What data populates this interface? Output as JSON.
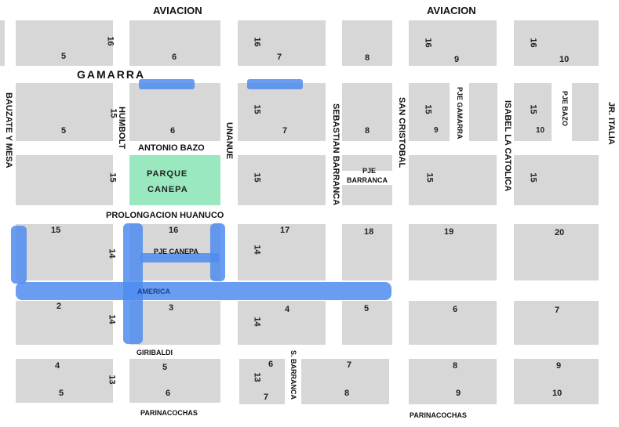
{
  "streets": {
    "aviacion_left": "AVIACION",
    "aviacion_right": "AVIACION",
    "gamarra": "GAMARRA",
    "antonio_bazo": "ANTONIO BAZO",
    "prolongacion_huanuco": "PROLONGACION HUANUCO",
    "pje_canepa": "PJE CANEPA",
    "america": "AMERICA",
    "giribaldi": "GIRIBALDI",
    "parinacochas_left": "PARINACOCHAS",
    "parinacochas_right": "PARINACOCHAS",
    "bauzate_y_mesa": "BAUZATE Y MESA",
    "humbolt": "HUMBOLT",
    "unanue": "UNANUE",
    "sebastian_barranca": "SEBASTIAN BARRANCA",
    "san_cristobal": "SAN CRISTOBAL",
    "pje_gamarra": "PJE GAMARRA",
    "isabel_la_catolica": "ISABEL LA CATOLICA",
    "pje_bazo": "PJE BAZO",
    "jr_italia": "JR. ITALIA",
    "pje_barranca_1": "PJE",
    "pje_barranca_2": "BARRANCA",
    "s_barranca": "S. BARRANCA"
  },
  "park": {
    "line1": "PARQUE",
    "line2": "CANEPA"
  },
  "block_numbers": {
    "r1": [
      "16",
      "5",
      "6",
      "16",
      "7",
      "8",
      "16",
      "9",
      "16",
      "10"
    ],
    "r2": [
      "15",
      "5",
      "6",
      "15",
      "7",
      "8",
      "15",
      "9",
      "15",
      "10"
    ],
    "r3": [
      "15",
      "15",
      "15",
      "15"
    ],
    "r4": [
      "15",
      "14",
      "16",
      "14",
      "17",
      "18",
      "19",
      "20"
    ],
    "r5": [
      "2",
      "14",
      "3",
      "14",
      "4",
      "5",
      "6",
      "7"
    ],
    "r6": [
      "4",
      "13",
      "5",
      "5",
      "6",
      "6",
      "13",
      "7",
      "7",
      "8",
      "8",
      "9",
      "9",
      "10"
    ]
  },
  "highlight_color": "#4f8cf0",
  "park_color": "#9ae8bf",
  "block_color": "#d7d7d7"
}
